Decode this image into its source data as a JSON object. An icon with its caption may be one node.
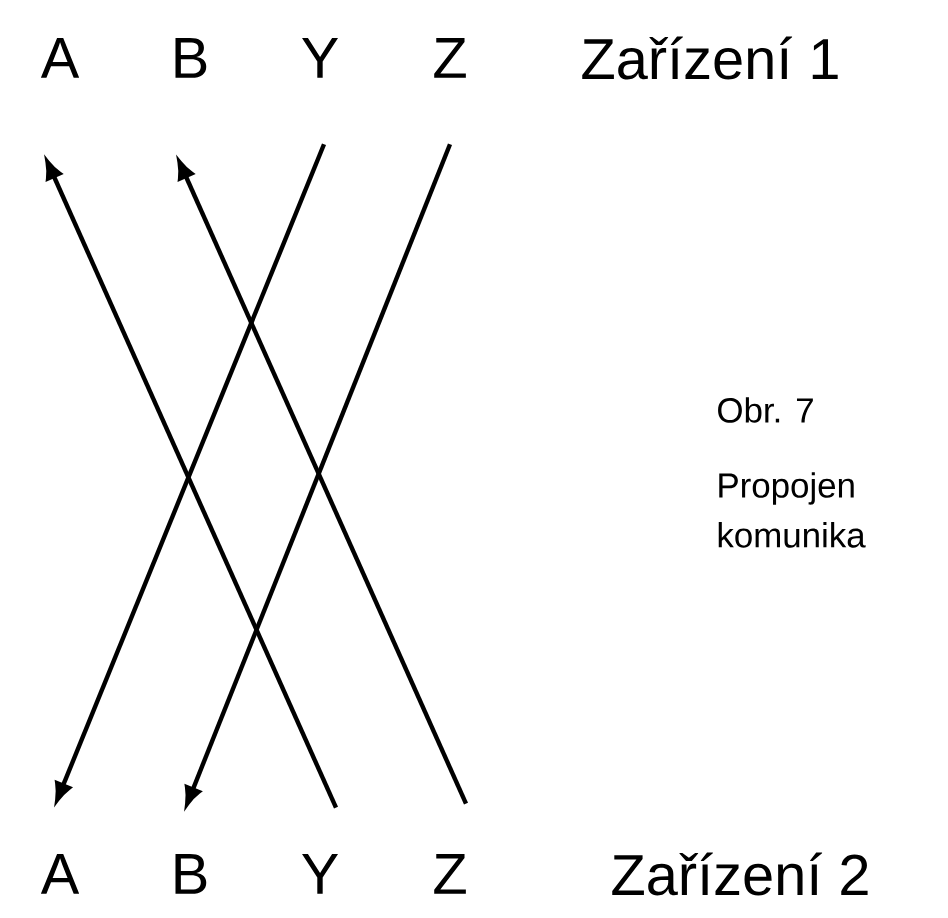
{
  "diagram": {
    "nodes": [
      {
        "text": [
          "A"
        ]
      },
      {
        "text": [
          "B"
        ]
      },
      {
        "text": [
          "Y"
        ]
      },
      {
        "text": [
          "Z"
        ]
      },
      {
        "text": [
          "A"
        ]
      },
      {
        "text": [
          "B"
        ]
      },
      {
        "text": [
          "Y"
        ]
      },
      {
        "text": [
          "Z"
        ]
      }
    ],
    "edges": [
      {
        "from": 6,
        "to": 0,
        "arrow": "to"
      },
      {
        "from": 7,
        "to": 1,
        "arrow": "to"
      },
      {
        "from": 2,
        "to": 4,
        "arrow": "to"
      },
      {
        "from": 3,
        "to": 5,
        "arrow": "to"
      }
    ],
    "labels": [
      "Zařízení 1",
      "Obr. 7",
      "Propojen komunika",
      "Zařízení 2"
    ]
  }
}
